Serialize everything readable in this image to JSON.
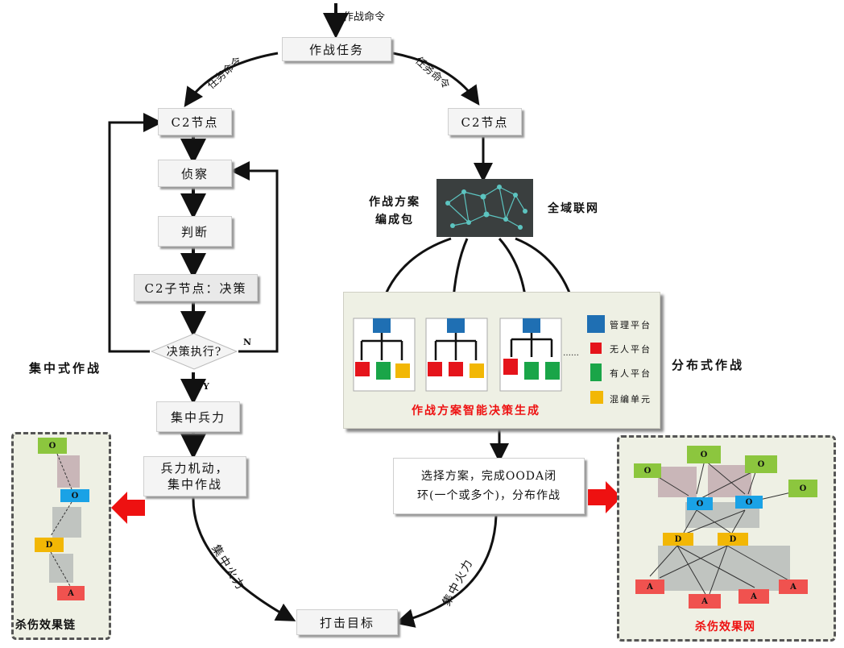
{
  "top": {
    "command": "作战命令",
    "task": "作战任务",
    "task_cmd_left": "任务命令",
    "task_cmd_right": "任务命令"
  },
  "left": {
    "c2": "C2节点",
    "recon": "侦察",
    "judge": "判断",
    "subnode": "C2子节点：决策",
    "decision": "决策执行?",
    "n_label": "N",
    "y_label": "Y",
    "concentrate": "集中兵力",
    "maneuver_line1": "兵力机动，",
    "maneuver_line2": "集中作战",
    "fire": "集中火力",
    "title": "集中式作战"
  },
  "right": {
    "c2": "C2节点",
    "package_line1": "作战方案",
    "package_line2": "编成包",
    "network": "全域联网",
    "title": "分布式作战",
    "generation": "作战方案智能决策生成",
    "ellipsis": "……",
    "select_line1": "选择方案，完成OODA闭",
    "select_line2": "环(一个或多个)，分布作战",
    "fire": "集中火力",
    "legend": [
      {
        "label": "管理平台",
        "color": "#1f6fb3"
      },
      {
        "label": "无人平台",
        "color": "#e5141b"
      },
      {
        "label": "有人平台",
        "color": "#1aa548"
      },
      {
        "label": "混编单元",
        "color": "#f2b705"
      }
    ]
  },
  "bottom": {
    "target": "打击目标"
  },
  "chain": {
    "title": "杀伤效果链",
    "nodes": [
      "O",
      "O",
      "D",
      "A"
    ]
  },
  "web": {
    "title": "杀伤效果网",
    "o_top": [
      "O",
      "O",
      "O",
      "O"
    ],
    "o_mid": [
      "O",
      "O"
    ],
    "d": [
      "D",
      "D"
    ],
    "a": [
      "A",
      "A",
      "A",
      "A"
    ]
  },
  "colors": {
    "observe": "#8cc63e",
    "orient": "#1aa2e6",
    "decide": "#f2b705",
    "act": "#f0524f",
    "arrow_red": "#ee1111"
  }
}
